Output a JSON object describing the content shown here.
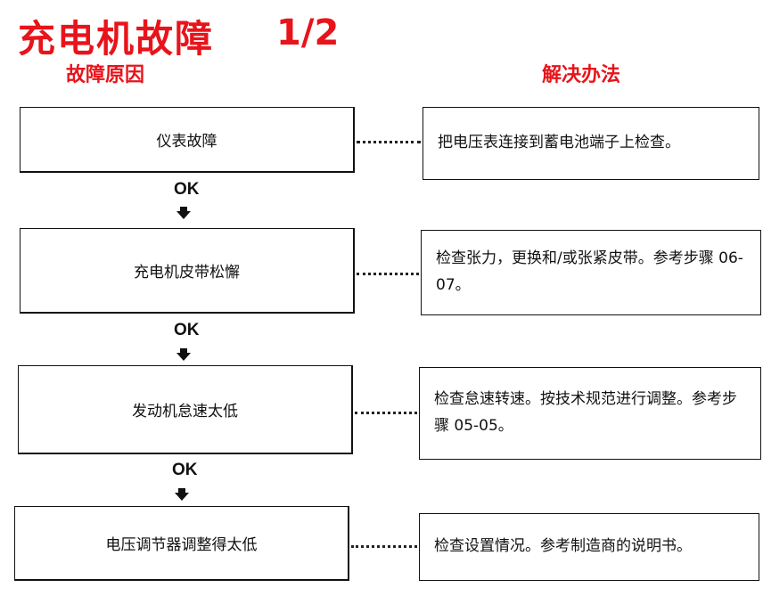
{
  "title": "充电机故障",
  "page": "1/2",
  "headers": {
    "cause": "故障原因",
    "solution": "解决办法"
  },
  "ok_label": "OK",
  "rows": [
    {
      "cause": "仪表故障",
      "solution": "把电压表连接到蓄电池端子上检查。"
    },
    {
      "cause": "充电机皮带松懈",
      "solution": "检查张力，更换和/或张紧皮带。参考步骤 06-07。"
    },
    {
      "cause": "发动机怠速太低",
      "solution": "检查怠速转速。按技术规范进行调整。参考步骤 05-05。"
    },
    {
      "cause": "电压调节器调整得太低",
      "solution": "检查设置情况。参考制造商的说明书。"
    }
  ],
  "colors": {
    "title": "#e8141b",
    "border": "#111111"
  }
}
